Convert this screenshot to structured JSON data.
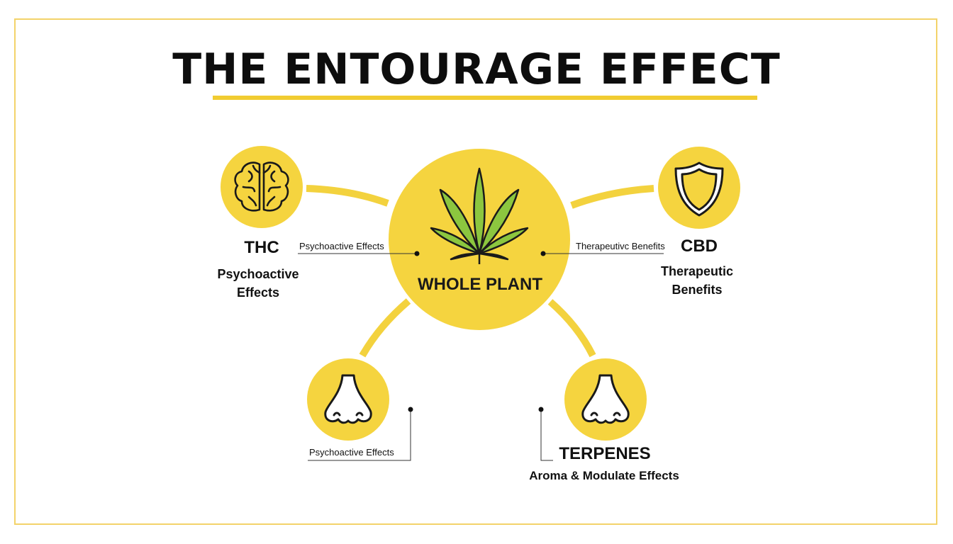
{
  "title": "THE ENTOURAGE EFFECT",
  "center": {
    "label": "WHOLE PLANT",
    "icon": "cannabis-leaf-icon"
  },
  "colors": {
    "accent": "#f1cc31",
    "circle": "#f5d43f",
    "leaf": "#8cc63f",
    "text": "#111111"
  },
  "nodes": {
    "thc": {
      "name": "THC",
      "desc_line1": "Psychoactive",
      "desc_line2": "Effects",
      "connector": "Psychoactive Effects",
      "icon": "brain-icon"
    },
    "cbd": {
      "name": "CBD",
      "desc_line1": "Therapeutic",
      "desc_line2": "Benefits",
      "connector": "Therapeutivc Benefits",
      "icon": "shield-icon"
    },
    "lower_left": {
      "connector": "Psychoactive Effects",
      "icon": "nose-icon"
    },
    "terpenes": {
      "name": "TERPENES",
      "desc": "Aroma & Modulate Effects",
      "icon": "nose-icon"
    }
  }
}
